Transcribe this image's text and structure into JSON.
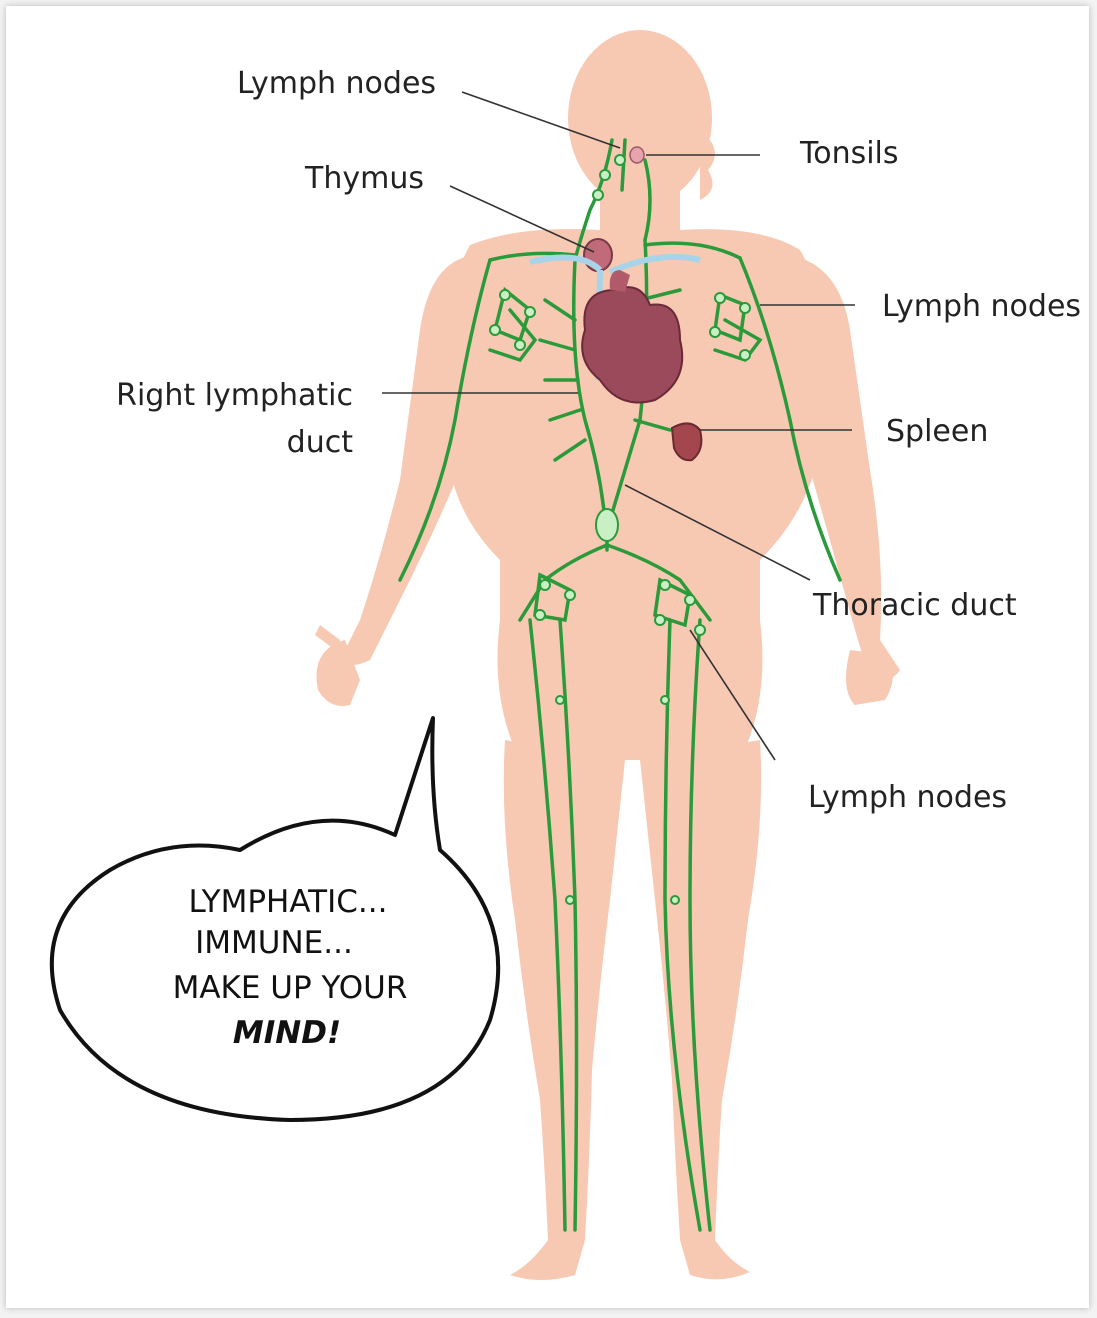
{
  "labels": {
    "lymph_nodes_neck": "Lymph nodes",
    "thymus": "Thymus",
    "tonsils": "Tonsils",
    "lymph_nodes_arm": "Lymph nodes",
    "right_lymphatic_duct_line1": "Right lymphatic",
    "right_lymphatic_duct_line2": "duct",
    "spleen": "Spleen",
    "thoracic_duct": "Thoracic duct",
    "lymph_nodes_leg": "Lymph nodes"
  },
  "speech_bubble": {
    "line1": "LYMPHATIC...",
    "line2": "IMMUNE...",
    "line3": "MAKE UP YOUR",
    "line4": "MIND!"
  },
  "colors": {
    "skin": "#f7c9b3",
    "lymph": "#2a9a3a",
    "heart": "#9a4a5a",
    "spleen": "#a4464e",
    "leader_line": "#333333"
  }
}
